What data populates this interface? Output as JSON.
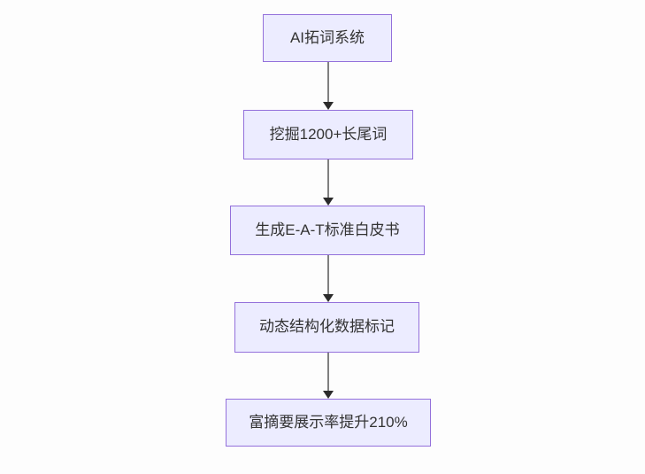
{
  "diagram": {
    "type": "flowchart",
    "direction": "top-down",
    "nodes": [
      {
        "label": "AI拓词系统"
      },
      {
        "label": "挖掘1200+长尾词"
      },
      {
        "label": "生成E-A-T标准白皮书"
      },
      {
        "label": "动态结构化数据标记"
      },
      {
        "label": "富摘要展示率提升210%"
      }
    ],
    "edges": [
      {
        "from": 0,
        "to": 1
      },
      {
        "from": 1,
        "to": 2
      },
      {
        "from": 2,
        "to": 3
      },
      {
        "from": 3,
        "to": 4
      }
    ],
    "colors": {
      "background": "#FDFDFD",
      "node_fill": "#ECECFF",
      "node_border": "#9370DB",
      "node_text": "#333333",
      "edge_line": "#808080",
      "arrowhead": "#2B2B2B"
    }
  }
}
